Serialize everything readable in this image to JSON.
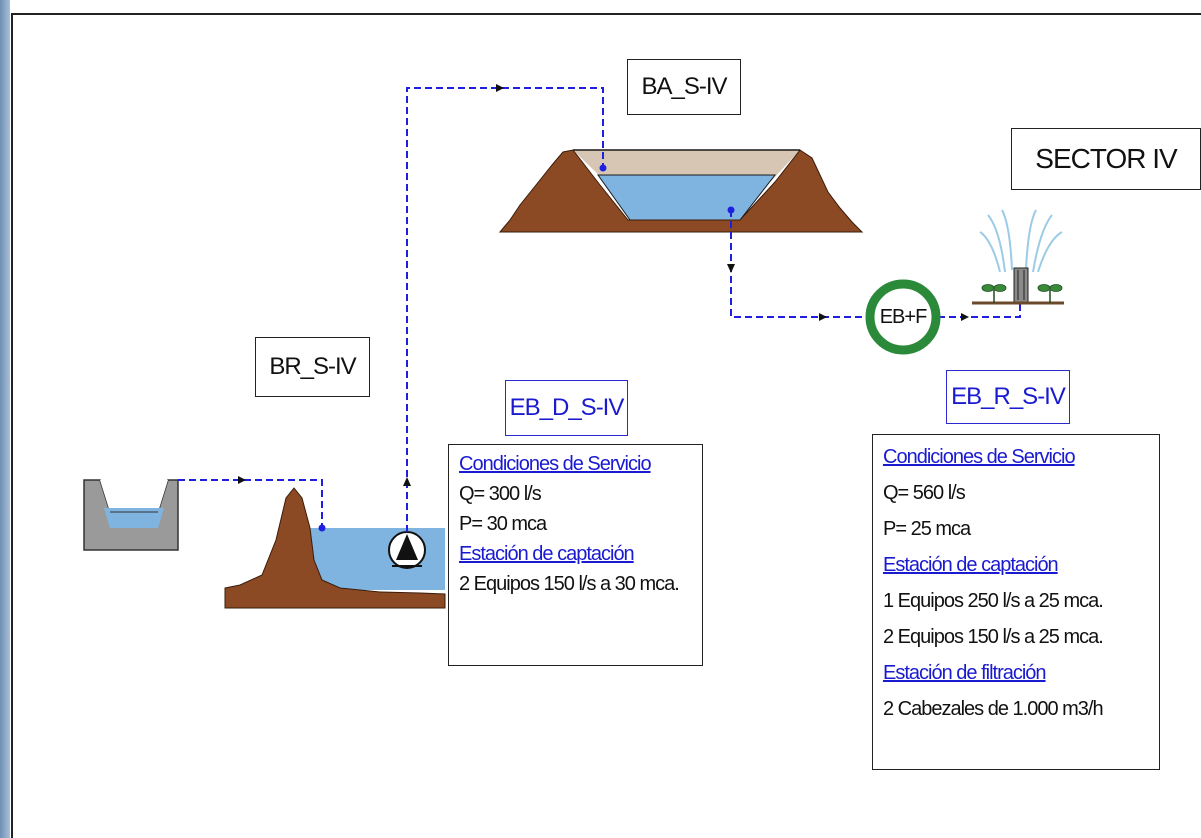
{
  "labels": {
    "ba": "BA_S-IV",
    "sector": "SECTOR IV",
    "br": "BR_S-IV",
    "eb_d": "EB_D_S-IV",
    "eb_r": "EB_R_S-IV",
    "ebf": "EB+F"
  },
  "box_d": {
    "h1": "Condiciones de Servicio",
    "q": "Q= 300 l/s",
    "p": "P= 30 mca",
    "h2": "Estación de captación",
    "eq": "2 Equipos  150 l/s a 30 mca."
  },
  "box_r": {
    "h1": "Condiciones de Servicio",
    "q": "Q= 560 l/s",
    "p": "P= 25 mca",
    "h2": "Estación de captación",
    "eq1": "1 Equipos  250 l/s a 25 mca.",
    "eq2": "2 Equipos 150 l/s a 25 mca.",
    "h3": "Estación de filtración",
    "cab": "2 Cabezales de 1.000 m3/h"
  },
  "colors": {
    "earth": "#8b4a23",
    "water": "#7fb4e0",
    "pipe": "#1f1fe0",
    "pump_ring": "#2a8a3a",
    "channel": "#9a9a9a",
    "pond_fill": "#d8c6b5"
  },
  "icons": [
    "pump-icon",
    "sprinkler-icon",
    "plant-icon"
  ]
}
